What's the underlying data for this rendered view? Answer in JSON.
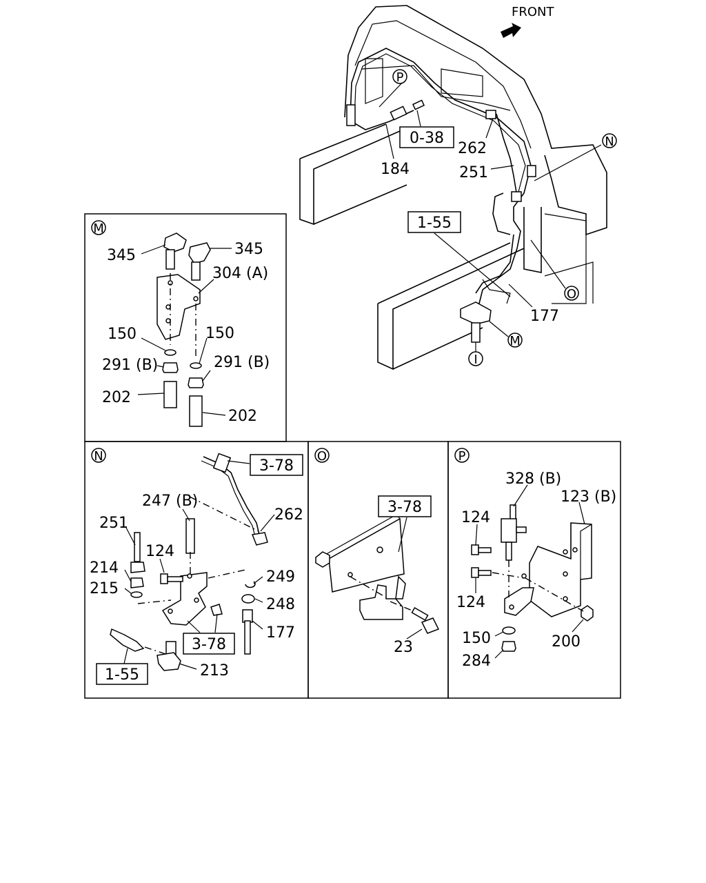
{
  "direction": {
    "front_label": "FRONT"
  },
  "main_view": {
    "circle_markers": {
      "p": "P",
      "n": "N",
      "o": "O",
      "m": "M",
      "i": "I"
    },
    "ref_boxes": {
      "ref_0_38": "0-38",
      "ref_1_55": "1-55"
    },
    "callouts": {
      "c184": "184",
      "c262": "262",
      "c251": "251",
      "c177": "177"
    }
  },
  "detail_m": {
    "marker": "M",
    "callouts": {
      "c345_left": "345",
      "c345_right": "345",
      "c304": "304 (A)",
      "c150_left": "150",
      "c150_right": "150",
      "c291_left": "291 (B)",
      "c291_right": "291 (B)",
      "c202_left": "202",
      "c202_right": "202"
    }
  },
  "detail_n": {
    "marker": "N",
    "ref_boxes": {
      "ref_top": "3-78",
      "ref_mid": "3-78",
      "ref_bottom": "1-55"
    },
    "callouts": {
      "c247": "247 (B)",
      "c262": "262",
      "c251": "251",
      "c124": "124",
      "c214": "214",
      "c215": "215",
      "c249": "249",
      "c248": "248",
      "c177": "177",
      "c213": "213"
    }
  },
  "detail_o": {
    "marker": "O",
    "ref_boxes": {
      "ref_top": "3-78"
    },
    "callouts": {
      "c23": "23"
    }
  },
  "detail_p": {
    "marker": "P",
    "callouts": {
      "c328": "328 (B)",
      "c123": "123 (B)",
      "c124_top": "124",
      "c124_bottom": "124",
      "c150": "150",
      "c200": "200",
      "c284": "284"
    }
  }
}
